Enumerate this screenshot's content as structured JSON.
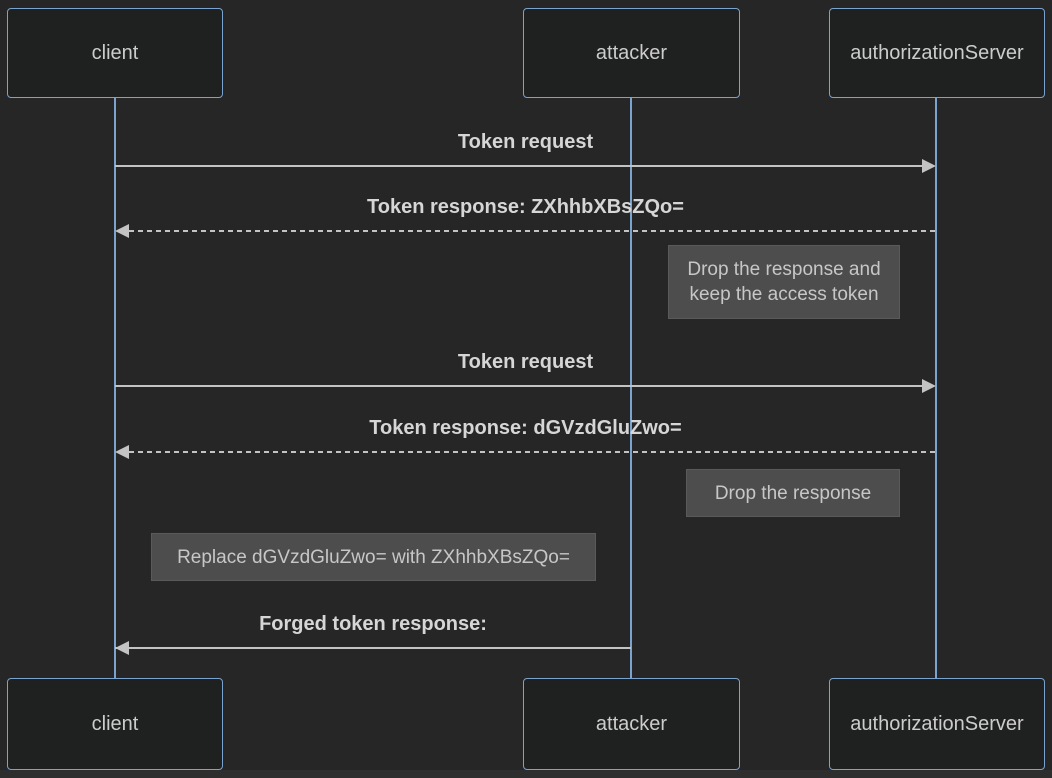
{
  "diagram": {
    "kind": "sequence-diagram",
    "theme": "dark",
    "actors": [
      {
        "id": "client",
        "label": "client"
      },
      {
        "id": "attacker",
        "label": "attacker"
      },
      {
        "id": "authorizationServer",
        "label": "authorizationServer"
      }
    ],
    "messages": [
      {
        "from": "client",
        "to": "authorizationServer",
        "line": "solid",
        "label": "Token request"
      },
      {
        "from": "authorizationServer",
        "to": "client",
        "line": "dashed",
        "label": "Token response: ZXhhbXBsZQo="
      },
      {
        "from": "client",
        "to": "authorizationServer",
        "line": "solid",
        "label": "Token request"
      },
      {
        "from": "authorizationServer",
        "to": "client",
        "line": "dashed",
        "label": "Token response: dGVzdGluZwo="
      },
      {
        "from": "attacker",
        "to": "client",
        "line": "solid",
        "label": "Forged token response:"
      }
    ],
    "notes": [
      {
        "placement": "left-of-authorizationServer",
        "label": "Drop the response and keep the access token"
      },
      {
        "placement": "left-of-authorizationServer",
        "label": "Drop the response"
      },
      {
        "placement": "left-of-attacker",
        "label": "Replace dGVzdGluZwo= with ZXhhbXBsZQo="
      }
    ],
    "colors": {
      "background": "#262626",
      "page_bottom": "#2e2e2e",
      "actor_fill": "#1f2020",
      "actor_border": "#7aa3cf",
      "actor_text": "#cccccc",
      "lifeline": "#7aa3cf",
      "signal": "#c3c3c3",
      "message_text": "#d6d6d6",
      "note_fill": "#4d4d4d",
      "note_border": "#5a5a5a",
      "note_text": "#c7c7c7"
    }
  }
}
